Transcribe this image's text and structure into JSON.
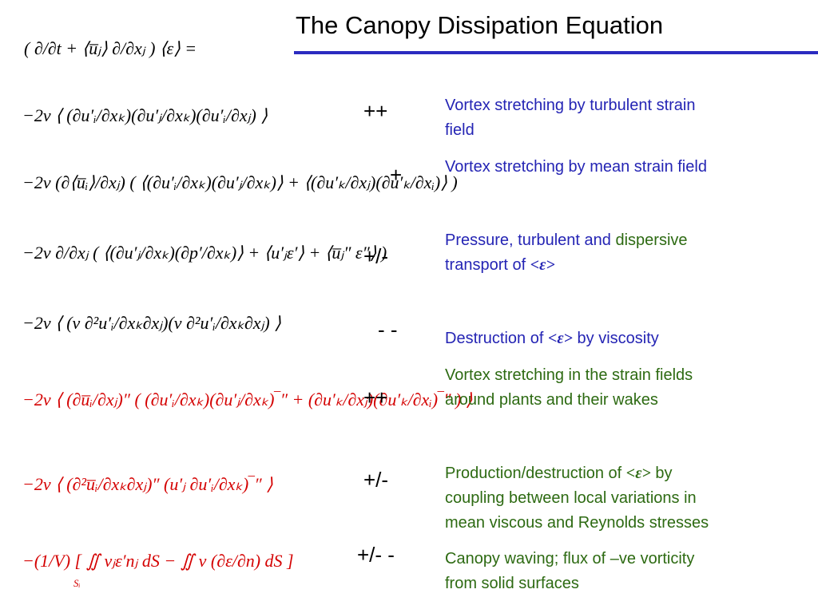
{
  "title": "The Canopy Dissipation Equation",
  "lhs": "( ∂/∂t + ⟨u̅ⱼ⟩ ∂/∂xⱼ ) ⟨ε⟩ =",
  "terms": [
    {
      "equation": "−2ν ⟨ (∂u′ᵢ/∂xₖ)(∂u′ⱼ/∂xₖ)(∂u′ᵢ/∂xⱼ) ⟩",
      "sign": "++",
      "desc": [
        "Vortex stretching by turbulent strain",
        "field"
      ]
    },
    {
      "equation": "−2ν (∂⟨u̅ᵢ⟩/∂xⱼ) ( ⟨(∂u′ᵢ/∂xₖ)(∂u′ⱼ/∂xₖ)⟩ + ⟨(∂u′ₖ/∂xⱼ)(∂u′ₖ/∂xᵢ)⟩ )",
      "sign": "+",
      "desc": [
        "Vortex stretching by mean strain field"
      ]
    },
    {
      "equation": "−2ν ∂/∂xⱼ ( ⟨(∂u′ⱼ/∂xₖ)(∂p′/∂xₖ)⟩ + ⟨u′ⱼε′⟩ + ⟨u̅ⱼ″ ε″⟩ )",
      "sign": "+/-",
      "desc_prefix": "Pressure, turbulent and ",
      "desc_green": "dispersive",
      "desc_line2": "transport of ",
      "desc_eps": "<ε>"
    },
    {
      "equation": "−2ν ⟨ (ν ∂²u′ᵢ/∂xₖ∂xⱼ)(ν ∂²u′ᵢ/∂xₖ∂xⱼ) ⟩",
      "sign": "- -",
      "desc_prefix": "Destruction of ",
      "desc_eps": "<ε>",
      "desc_suffix": " by viscosity"
    },
    {
      "equation": "−2ν ⟨ (∂u̅ᵢ/∂xⱼ)″ ( (∂u′ᵢ/∂xₖ)(∂u′ⱼ/∂xₖ)‾″ + (∂u′ₖ/∂xⱼ)(∂u′ₖ/∂xᵢ)‾″ ) ⟩",
      "sign": "++",
      "desc": [
        "Vortex stretching in the strain fields",
        "around plants and their wakes"
      ]
    },
    {
      "equation": "−2ν ⟨ (∂²u̅ᵢ/∂xₖ∂xⱼ)″ (u′ⱼ ∂u′ᵢ/∂xₖ)‾″ ⟩",
      "sign": "+/-",
      "desc_prefix": "Production/destruction of ",
      "desc_eps": "<ε>",
      "desc_suffix": " by",
      "desc_more": [
        "coupling between local variations in",
        "mean viscous and Reynolds stresses"
      ]
    },
    {
      "equation": "−(1/V) [ ∬ vⱼε′nⱼ dS − ∬ ν (∂ε/∂n) dS ]",
      "sub": "Sᵢ",
      "sign": "+/- -",
      "desc": [
        "Canopy waving;  flux of –ve vorticity",
        "from solid surfaces"
      ]
    }
  ],
  "colors": {
    "accent_rule": "#2b2bc0",
    "blue_text": "#2424b4",
    "green_text": "#2d6a12",
    "red_eq": "#d40000"
  }
}
